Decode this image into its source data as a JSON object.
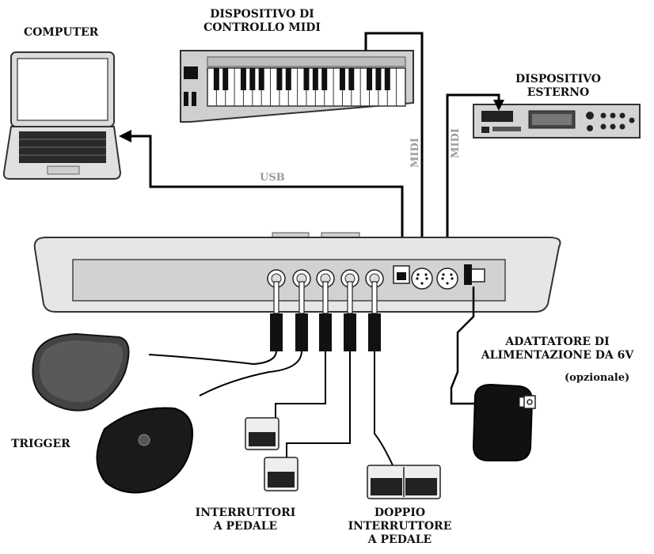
{
  "labels": {
    "computer": "COMPUTER",
    "midi_controller_line1": "DISPOSITIVO DI",
    "midi_controller_line2": "CONTROLLO MIDI",
    "external_device_line1": "DISPOSITIVO",
    "external_device_line2": "ESTERNO",
    "usb": "USB",
    "midi_in": "MIDI",
    "midi_out": "MIDI",
    "power_adapter_line1": "ADATTATORE DI",
    "power_adapter_line2": "ALIMENTAZIONE DA 6V",
    "power_adapter_optional": "(opzionale)",
    "trigger": "TRIGGER",
    "footswitches_line1": "INTERRUTTORI",
    "footswitches_line2": "A PEDALE",
    "dual_footswitch_line1": "DOPPIO",
    "dual_footswitch_line2": "INTERRUTTORE",
    "dual_footswitch_line3": "A PEDALE"
  },
  "colors": {
    "cable": "#000000",
    "device_outline": "#333333",
    "device_fill": "#e4e4e4",
    "panel_fill": "#cfcfcf",
    "cable_label": "#9a9a9a"
  }
}
